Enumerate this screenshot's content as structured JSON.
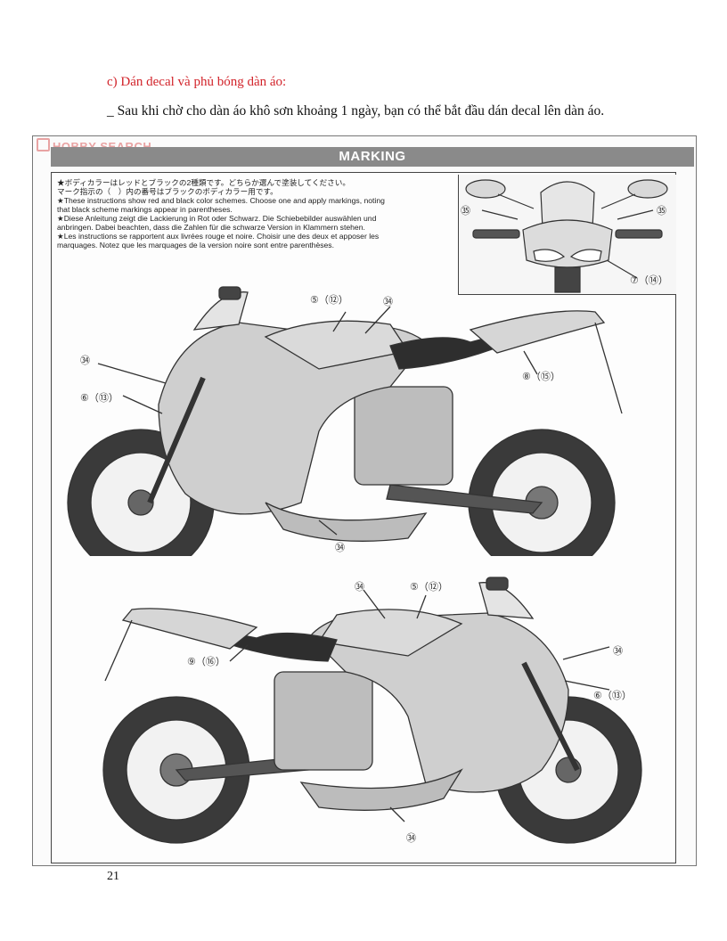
{
  "document": {
    "heading": "c)  Dán decal và phủ bóng dàn áo:",
    "paragraph": "_ Sau khi chờ cho dàn áo khô sơn khoảng 1 ngày, bạn có thể bắt đầu dán decal lên dàn áo.",
    "page_number": "21"
  },
  "scan": {
    "watermark": "HOBBY SEARCH",
    "title": "MARKING",
    "instructions": [
      "★ボディカラーはレッドとブラックの2種類です。どちらか選んで塗装してください。",
      "マーク指示の（　）内の番号はブラックのボディカラー用です。",
      "★These instructions show red and black color schemes. Choose one and apply markings, noting that black scheme markings appear in parentheses.",
      "★Diese Anleitung zeigt die Lackierung in Rot oder Schwarz. Die Schiebebilder auswählen und anbringen. Dabei beachten, dass die Zahlen für die schwarze Version in Klammern stehen.",
      "★Les instructions se rapportent aux livrées rouge et noire. Choisir une des deux et apposer les marquages. Notez que les marquages de la version noire sont entre parenthèses."
    ],
    "inset_callouts": {
      "left": "㉟",
      "right": "㉟",
      "bottom": "⑦（⑭）"
    },
    "bike1_callouts": {
      "top": "⑤（⑫）",
      "top_right": "㉞",
      "front": "㉞",
      "front_lower": "⑥（⑬）",
      "tail": "⑧（⑮）",
      "bottom": "㉞"
    },
    "bike2_callouts": {
      "top_left": "㉞",
      "top": "⑤（⑫）",
      "front": "㉞",
      "tail": "⑨（⑯）",
      "front_lower": "⑥（⑬）",
      "bottom": "㉞"
    }
  },
  "colors": {
    "heading": "#d2232a",
    "title_bar": "#8a8a8a",
    "watermark": "#e8a3a3"
  }
}
